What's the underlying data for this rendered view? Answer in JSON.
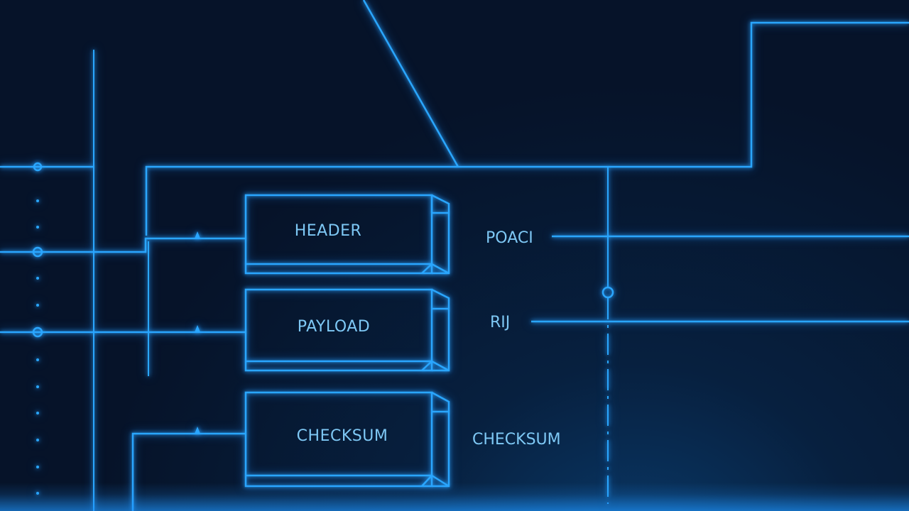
{
  "colors": {
    "background": "#061329",
    "line": "#2aa6ff",
    "text": "#7ec8f5"
  },
  "blocks": [
    {
      "label": "HEADER"
    },
    {
      "label": "PAYLOAD"
    },
    {
      "label": "CHECKSUM"
    }
  ],
  "side_labels": [
    {
      "label": "POACI"
    },
    {
      "label": "RIJ"
    },
    {
      "label": "CHECKSUM"
    }
  ]
}
